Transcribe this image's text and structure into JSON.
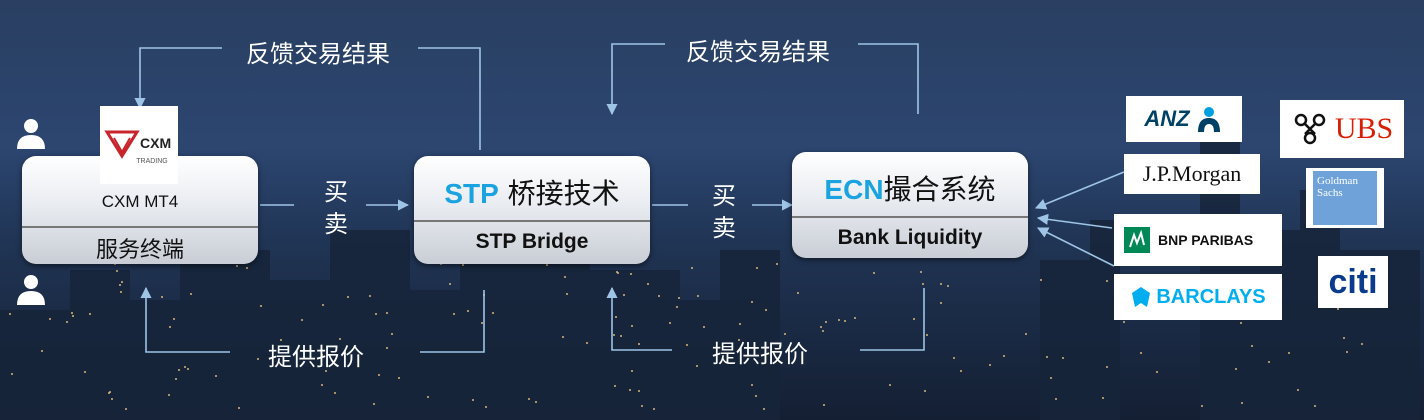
{
  "diagram": {
    "feedback_label_1": "反馈交易结果",
    "feedback_label_2": "反馈交易结果",
    "quote_label_1": "提供报价",
    "quote_label_2": "提供报价",
    "buy_sell_1": [
      "买",
      "卖"
    ],
    "buy_sell_2": [
      "买",
      "卖"
    ],
    "mt4_box": {
      "top": "CXM MT4",
      "bottom": "服务终端"
    },
    "stp_box": {
      "accent": "STP",
      "top_rest": " 桥接技术",
      "bottom": "STP Bridge"
    },
    "ecn_box": {
      "accent": "ECN",
      "top_rest": "撮合系统",
      "bottom": "Bank Liquidity"
    },
    "cxm_logo": {
      "text": "CXM",
      "sub": "TRADING"
    },
    "banks": {
      "anz": "ANZ",
      "jpmorgan": "J.P.Morgan",
      "bnp": "BNP PARIBAS",
      "barclays": "BARCLAYS",
      "ubs": "UBS",
      "goldman": "Goldman Sachs",
      "citi": "citi"
    },
    "colors": {
      "accent": "#1aa3e0",
      "arrow": "#9ec4e6",
      "ubs_red": "#d81e05",
      "goldman_blue": "#6fa2d9",
      "barclays_blue": "#00aeef",
      "bnp_green": "#008856",
      "anz_blue": "#004165"
    }
  }
}
